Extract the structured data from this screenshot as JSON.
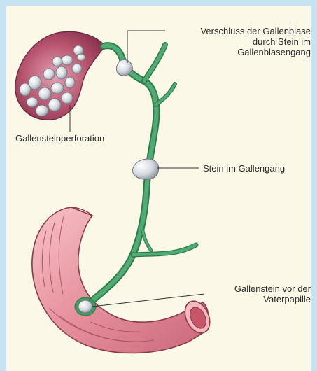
{
  "labels": {
    "cystic_duct": "Verschluss der Gallenblase\ndurch Stein im\nGallenblasengang",
    "perforation": "Gallensteinperforation",
    "bile_duct": "Stein im Gallengang",
    "papilla": "Gallenstein vor der\nVaterpapille"
  },
  "colors": {
    "duct": "#3f9a63",
    "gallbladder": "#b24d6b",
    "intestine": "#e89aa6",
    "stone": "#d9dde2",
    "background": "#fcf8e8",
    "frame": "#c7e3f1"
  }
}
